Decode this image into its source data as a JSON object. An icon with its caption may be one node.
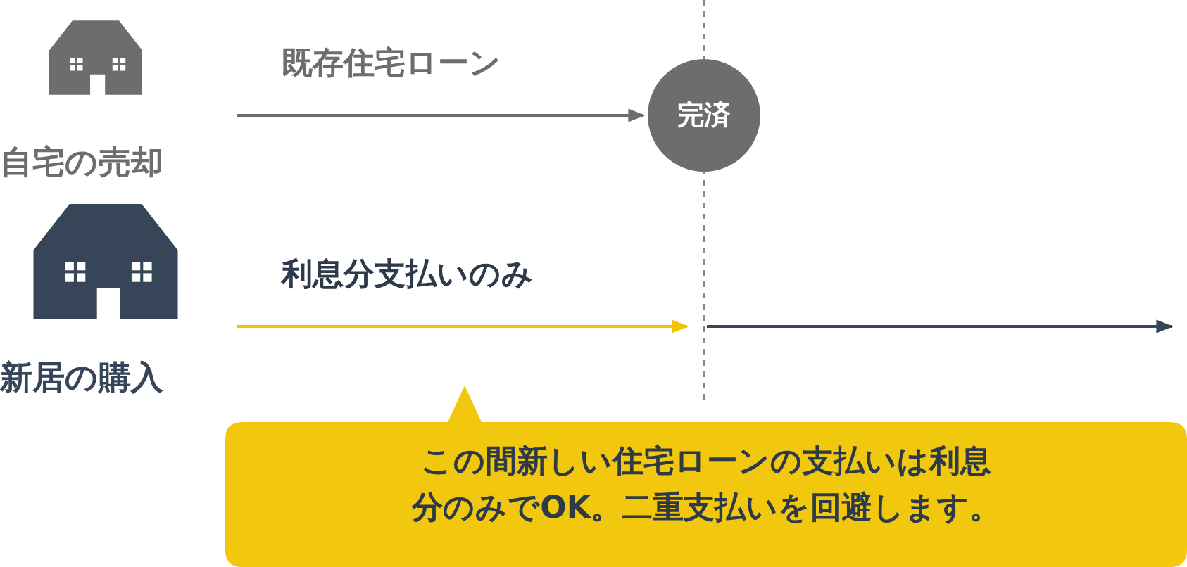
{
  "diagram": {
    "nodes": [
      {
        "text": [
          "自宅の売却"
        ]
      },
      {
        "text": [
          "新居の購入"
        ]
      },
      {
        "text": [
          "完済"
        ]
      },
      {
        "text": [
          "この間新しい住宅ローンの支払いは利息分のみでOK。二重支払いを回避します。"
        ]
      }
    ],
    "edges": [
      {
        "from": 0,
        "to": 2,
        "arrow": "to",
        "label": "既存住宅ローン",
        "color": "#6d6d6d"
      },
      {
        "from": 1,
        "to": null,
        "arrow": "to",
        "label": "利息分支払いのみ",
        "color": "#f2c500"
      }
    ]
  }
}
